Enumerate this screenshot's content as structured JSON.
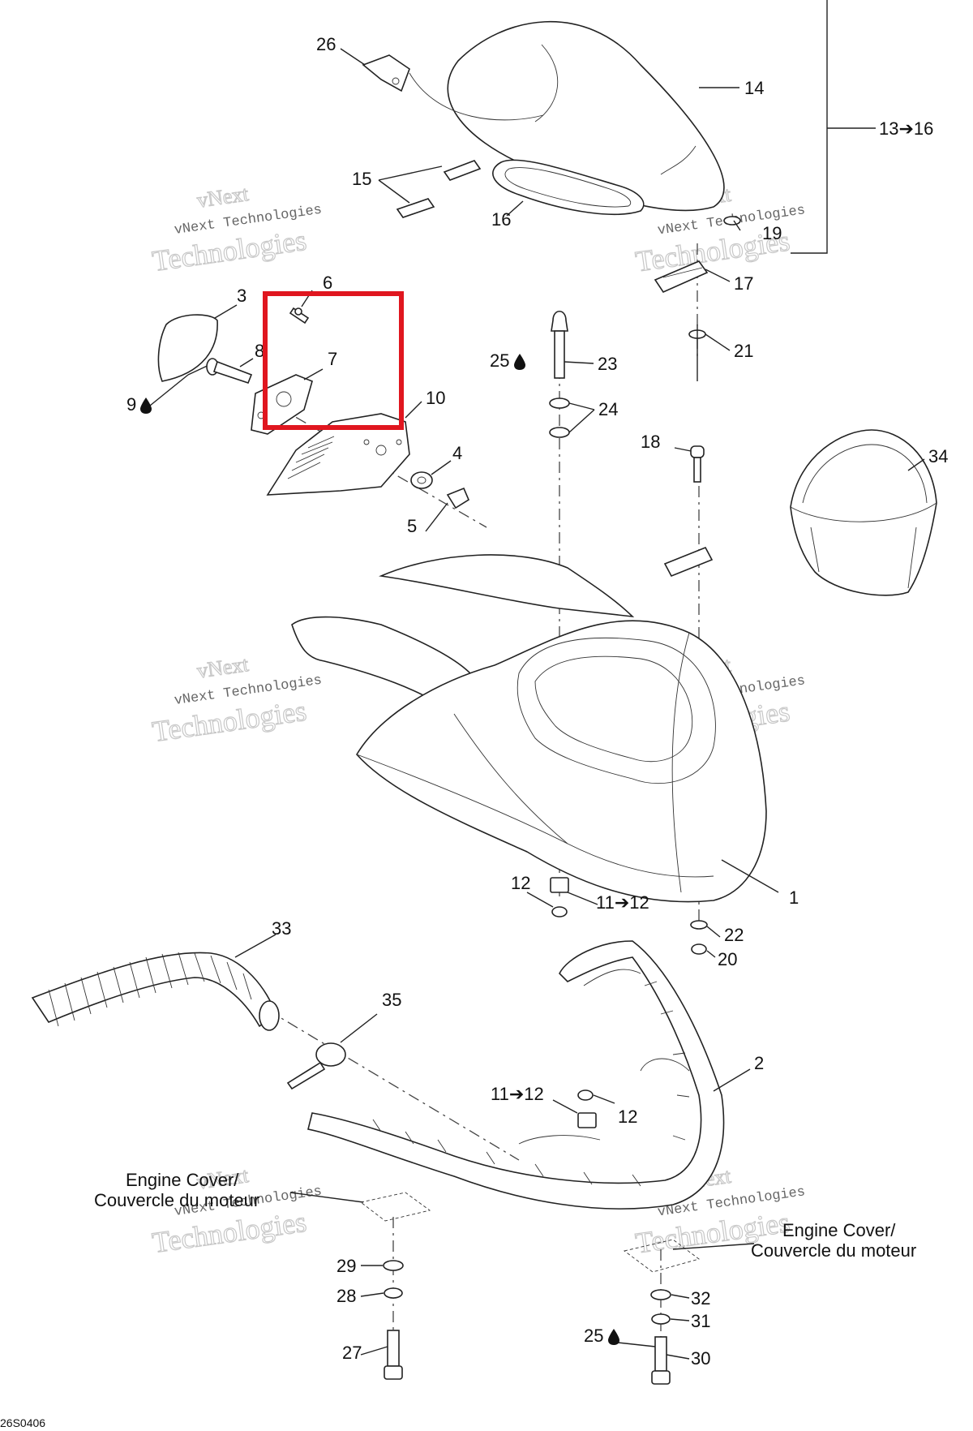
{
  "diagram": {
    "code": "26S0406",
    "watermark": {
      "line1": "vNext",
      "line2": "vNext Technologies",
      "line3": "Technologies"
    },
    "callouts": {
      "c1": "1",
      "c2": "2",
      "c3": "3",
      "c4": "4",
      "c5": "5",
      "c6": "6",
      "c7": "7",
      "c8": "8",
      "c9": "9",
      "c10": "10",
      "c11_12a": "11➔12",
      "c11_12b": "11➔12",
      "c12a": "12",
      "c12b": "12",
      "c13_16": "13➔16",
      "c14": "14",
      "c15": "15",
      "c16": "16",
      "c17": "17",
      "c18": "18",
      "c19": "19",
      "c20": "20",
      "c21": "21",
      "c22": "22",
      "c23": "23",
      "c24": "24",
      "c25a": "25",
      "c25b": "25",
      "c26": "26",
      "c27": "27",
      "c28": "28",
      "c29": "29",
      "c30": "30",
      "c31": "31",
      "c32": "32",
      "c33": "33",
      "c34": "34",
      "c35": "35"
    },
    "notes": {
      "left_line1": "Engine Cover/",
      "left_line2": "Couvercle du moteur",
      "right_line1": "Engine Cover/",
      "right_line2": "Couvercle du moteur"
    },
    "highlight_color": "#e0161f",
    "drop_icon": "liquid-drop-icon"
  }
}
